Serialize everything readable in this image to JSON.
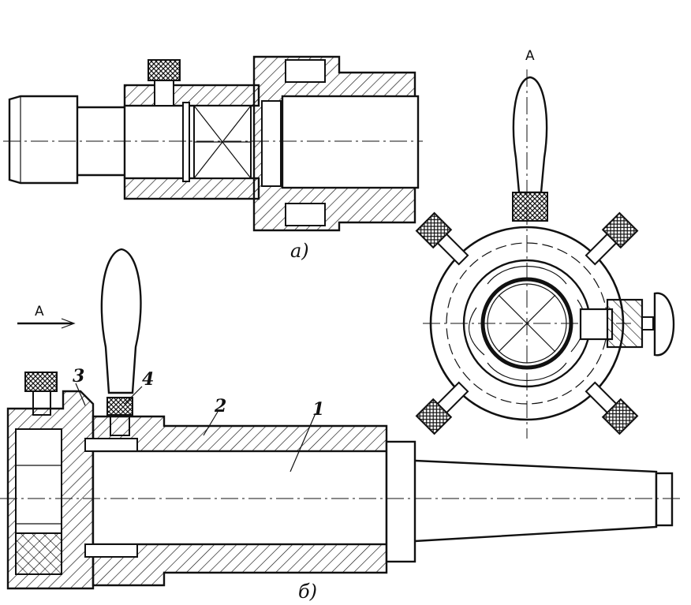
{
  "labels": {
    "view_a_caption": "a)",
    "view_b_caption": "б)",
    "section_a_top": "A",
    "arrow_a": "A",
    "part_1": "1",
    "part_2": "2",
    "part_3": "3",
    "part_4": "4"
  },
  "colors": {
    "ink": "#111111",
    "paper": "#ffffff"
  }
}
